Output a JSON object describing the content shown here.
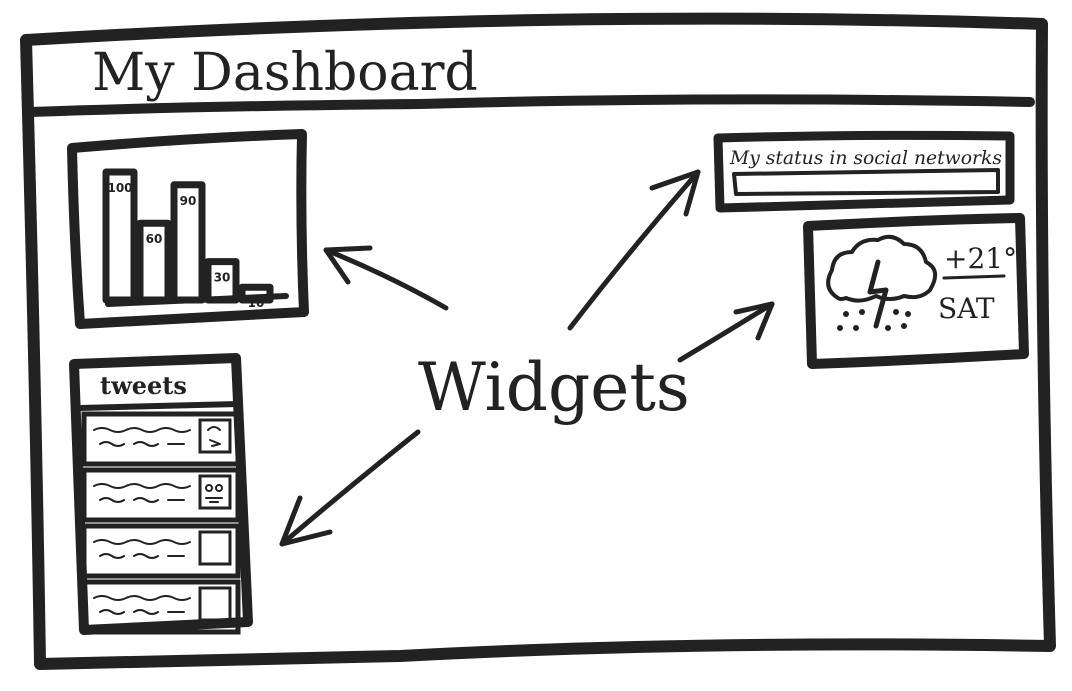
{
  "header": {
    "title": "My Dashboard"
  },
  "center_label": "Widgets",
  "chart_widget": {
    "chart_data": {
      "type": "bar",
      "values": [
        100,
        60,
        90,
        30,
        10
      ],
      "data_labels": [
        "100",
        "60",
        "90",
        "30",
        "10"
      ]
    }
  },
  "status_widget": {
    "title": "My status in social networks",
    "progress": 0
  },
  "weather_widget": {
    "temperature": "+21°",
    "day": "SAT",
    "icon": "storm-cloud-icon"
  },
  "tweets_widget": {
    "title": "tweets",
    "items": [
      {
        "avatar_icon": "avatar-sketch-icon"
      },
      {
        "avatar_icon": "cat-face-icon"
      },
      {
        "avatar_icon": "empty-avatar-icon"
      },
      {
        "avatar_icon": "empty-avatar-icon"
      }
    ]
  },
  "colors": {
    "ink": "#222222",
    "paper": "#ffffff"
  }
}
